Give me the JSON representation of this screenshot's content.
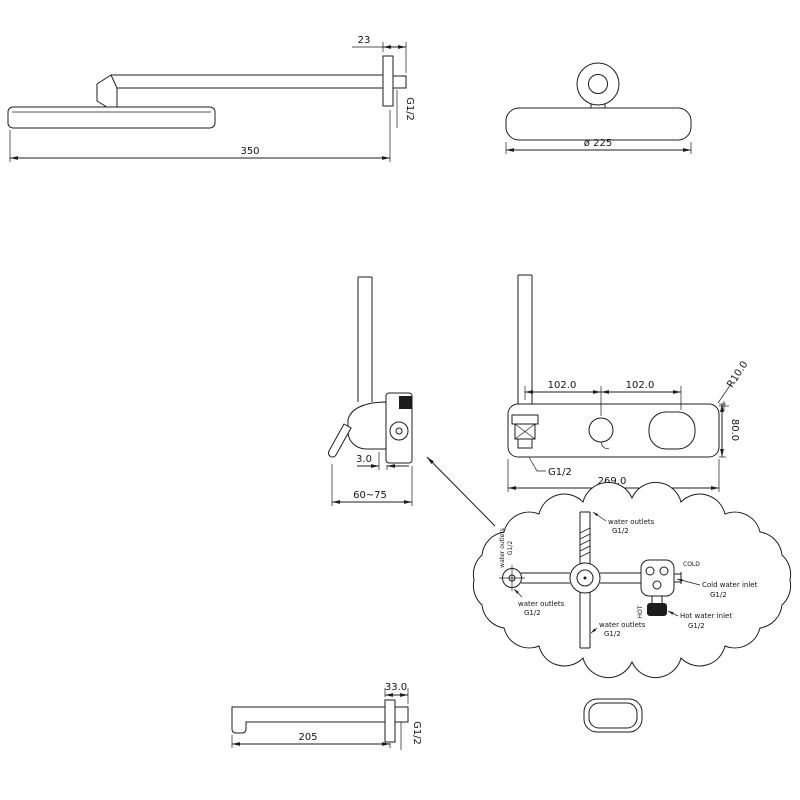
{
  "colors": {
    "line": "#1c1c1c",
    "background": "#ffffff"
  },
  "arm": {
    "dim_flange": "23",
    "dim_length": "350",
    "thread": "G1/2"
  },
  "head": {
    "dim_diameter": "ø 225"
  },
  "valve_side": {
    "dim_plate": "3.0",
    "dim_depth": "60~75"
  },
  "valve_front": {
    "dim_left": "102.0",
    "dim_right": "102.0",
    "dim_radius": "R10.0",
    "dim_height": "80.0",
    "thread": "G1/2",
    "dim_width": "269.0"
  },
  "detail": {
    "top_label": "water outlets",
    "top_thread": "G1/2",
    "left_label": "water outlets",
    "left_thread": "G1/2",
    "bottom_label": "water outlets",
    "bottom_thread": "G1/2",
    "cold_label": "Cold water inlet",
    "cold_thread": "G1/2",
    "hot_label": "Hot water inlet",
    "hot_thread": "G1/2",
    "cold_mark": "COLD",
    "hot_mark": "HOT",
    "left_vertical": "water outlets",
    "left_vertical_thread": "G1/2"
  },
  "spout": {
    "dim_flange": "33.0",
    "dim_length": "205",
    "thread": "G1/2"
  }
}
